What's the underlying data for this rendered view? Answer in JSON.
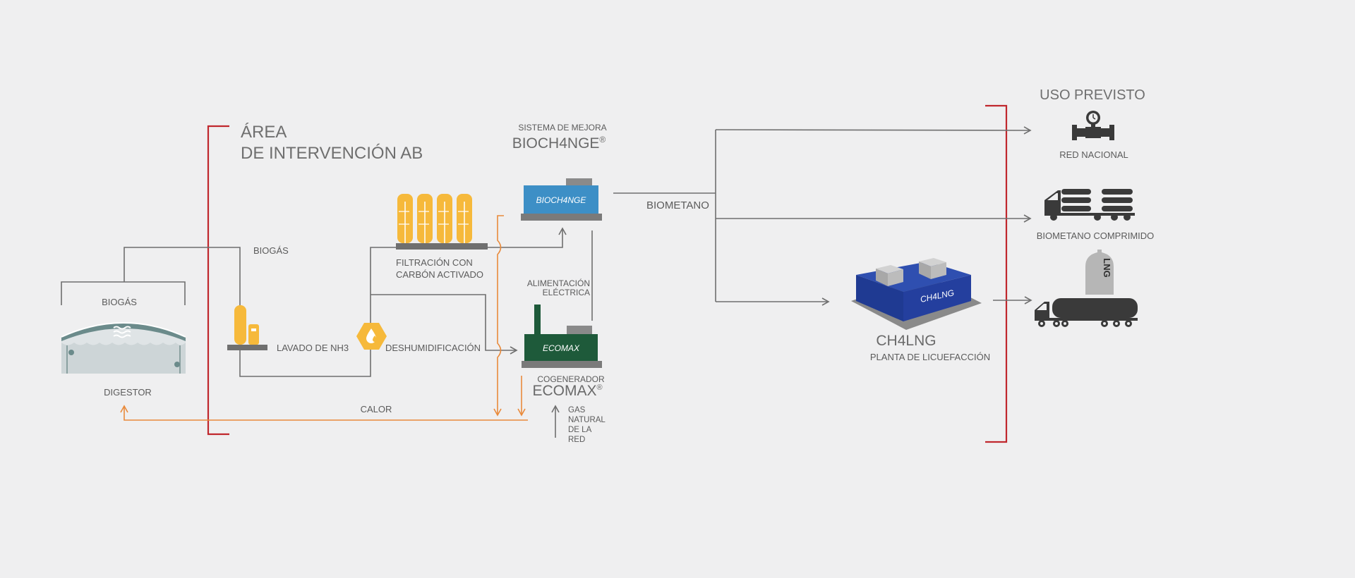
{
  "diagram": {
    "area_title_line1": "ÁREA",
    "area_title_line2": "DE INTERVENCIÓN AB",
    "nodes": {
      "digestor": {
        "label": "DIGESTOR",
        "top_label": "BIOGÁS"
      },
      "biogas_label": "BIOGÁS",
      "lavado": {
        "label": "LAVADO DE NH3"
      },
      "filtracion": {
        "line1": "FILTRACIÓN CON",
        "line2": "CARBÓN ACTIVADO"
      },
      "deshumidificacion": {
        "label": "DESHUMIDIFICACIÓN"
      },
      "upgrading": {
        "caption": "SISTEMA DE MEJORA",
        "name": "BIOCH4NGE",
        "mark": "®",
        "logo_text": "BIOCH4NGE"
      },
      "cogenerador": {
        "caption": "COGENERADOR",
        "name": "ECOMAX",
        "mark": "®",
        "logo_text": "ECOMAX"
      },
      "alimentacion": {
        "line1": "ALIMENTACIÓN",
        "line2": "ELÉCTRICA"
      },
      "calor": {
        "label": "CALOR"
      },
      "gas_red": {
        "lines": [
          "GAS",
          "NATURAL",
          "DE LA",
          "RED"
        ]
      },
      "biometano": {
        "label": "BIOMETANO"
      },
      "ch4lng": {
        "name": "CH4LNG",
        "subtitle": "PLANTA DE LICUEFACCIÓN",
        "logo_text": "CH4LNG"
      }
    },
    "uso_previsto": {
      "title": "USO PREVISTO",
      "items": [
        {
          "label": "RED NACIONAL",
          "icon": "pipeline-icon"
        },
        {
          "label": "BIOMETANO COMPRIMIDO",
          "icon": "truck-icon"
        },
        {
          "label": "",
          "icon": "lng-tanker-icon",
          "tank_text": "LNG"
        }
      ]
    },
    "colors": {
      "line": "#6f6f6f",
      "heat": "#e98a3b",
      "bracket": "#c0272d",
      "filter_yellow": "#f6b93b",
      "bioch4nge_blue": "#3d8fc6",
      "ecomax_green": "#1e5a3a",
      "ch4lng_blue": "#1f3a92",
      "background": "#efeff0"
    }
  }
}
